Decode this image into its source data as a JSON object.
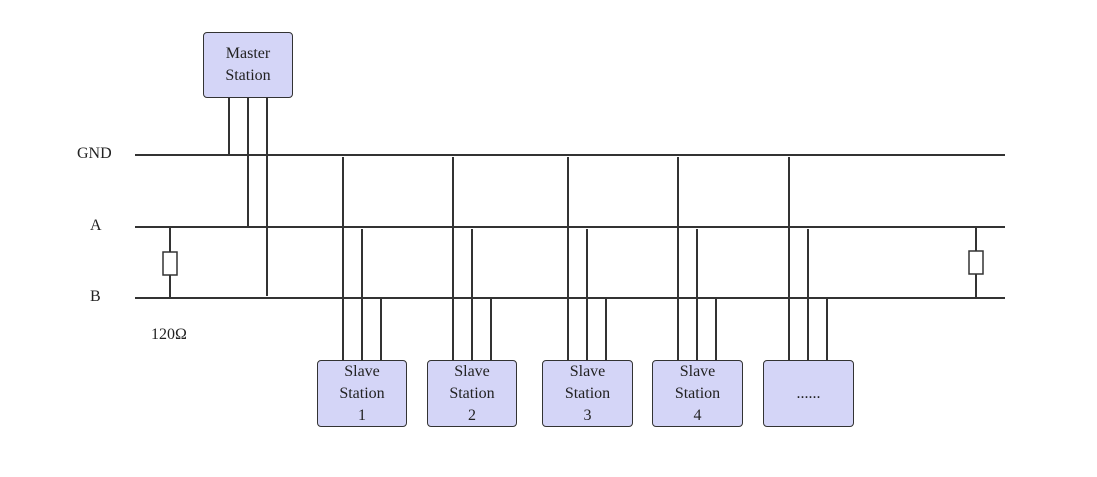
{
  "colors": {
    "box_fill": "#d4d5f7",
    "line": "#333333"
  },
  "bus_labels": {
    "gnd": "GND",
    "a": "A",
    "b": "B"
  },
  "resistor_label": "120Ω",
  "master": {
    "line1": "Master",
    "line2": "Station"
  },
  "slaves": [
    {
      "line1": "Slave",
      "line2": "Station",
      "line3": "1"
    },
    {
      "line1": "Slave",
      "line2": "Station",
      "line3": "2"
    },
    {
      "line1": "Slave",
      "line2": "Station",
      "line3": "3"
    },
    {
      "line1": "Slave",
      "line2": "Station",
      "line3": "4"
    },
    {
      "line1": "......",
      "line2": "",
      "line3": ""
    }
  ]
}
